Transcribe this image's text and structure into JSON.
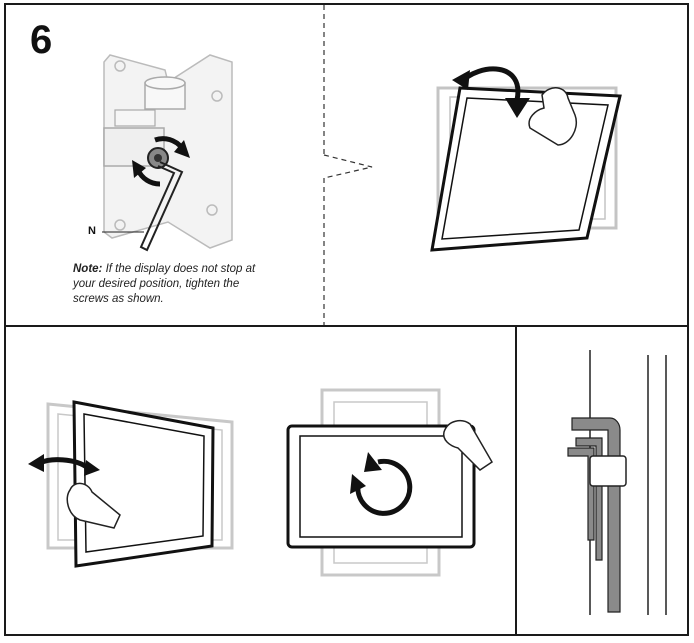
{
  "step": {
    "number": "6"
  },
  "callout": {
    "label": "N"
  },
  "note": {
    "label": "Note:",
    "text": " If the display does not stop at your desired position, tighten the screws as shown."
  }
}
